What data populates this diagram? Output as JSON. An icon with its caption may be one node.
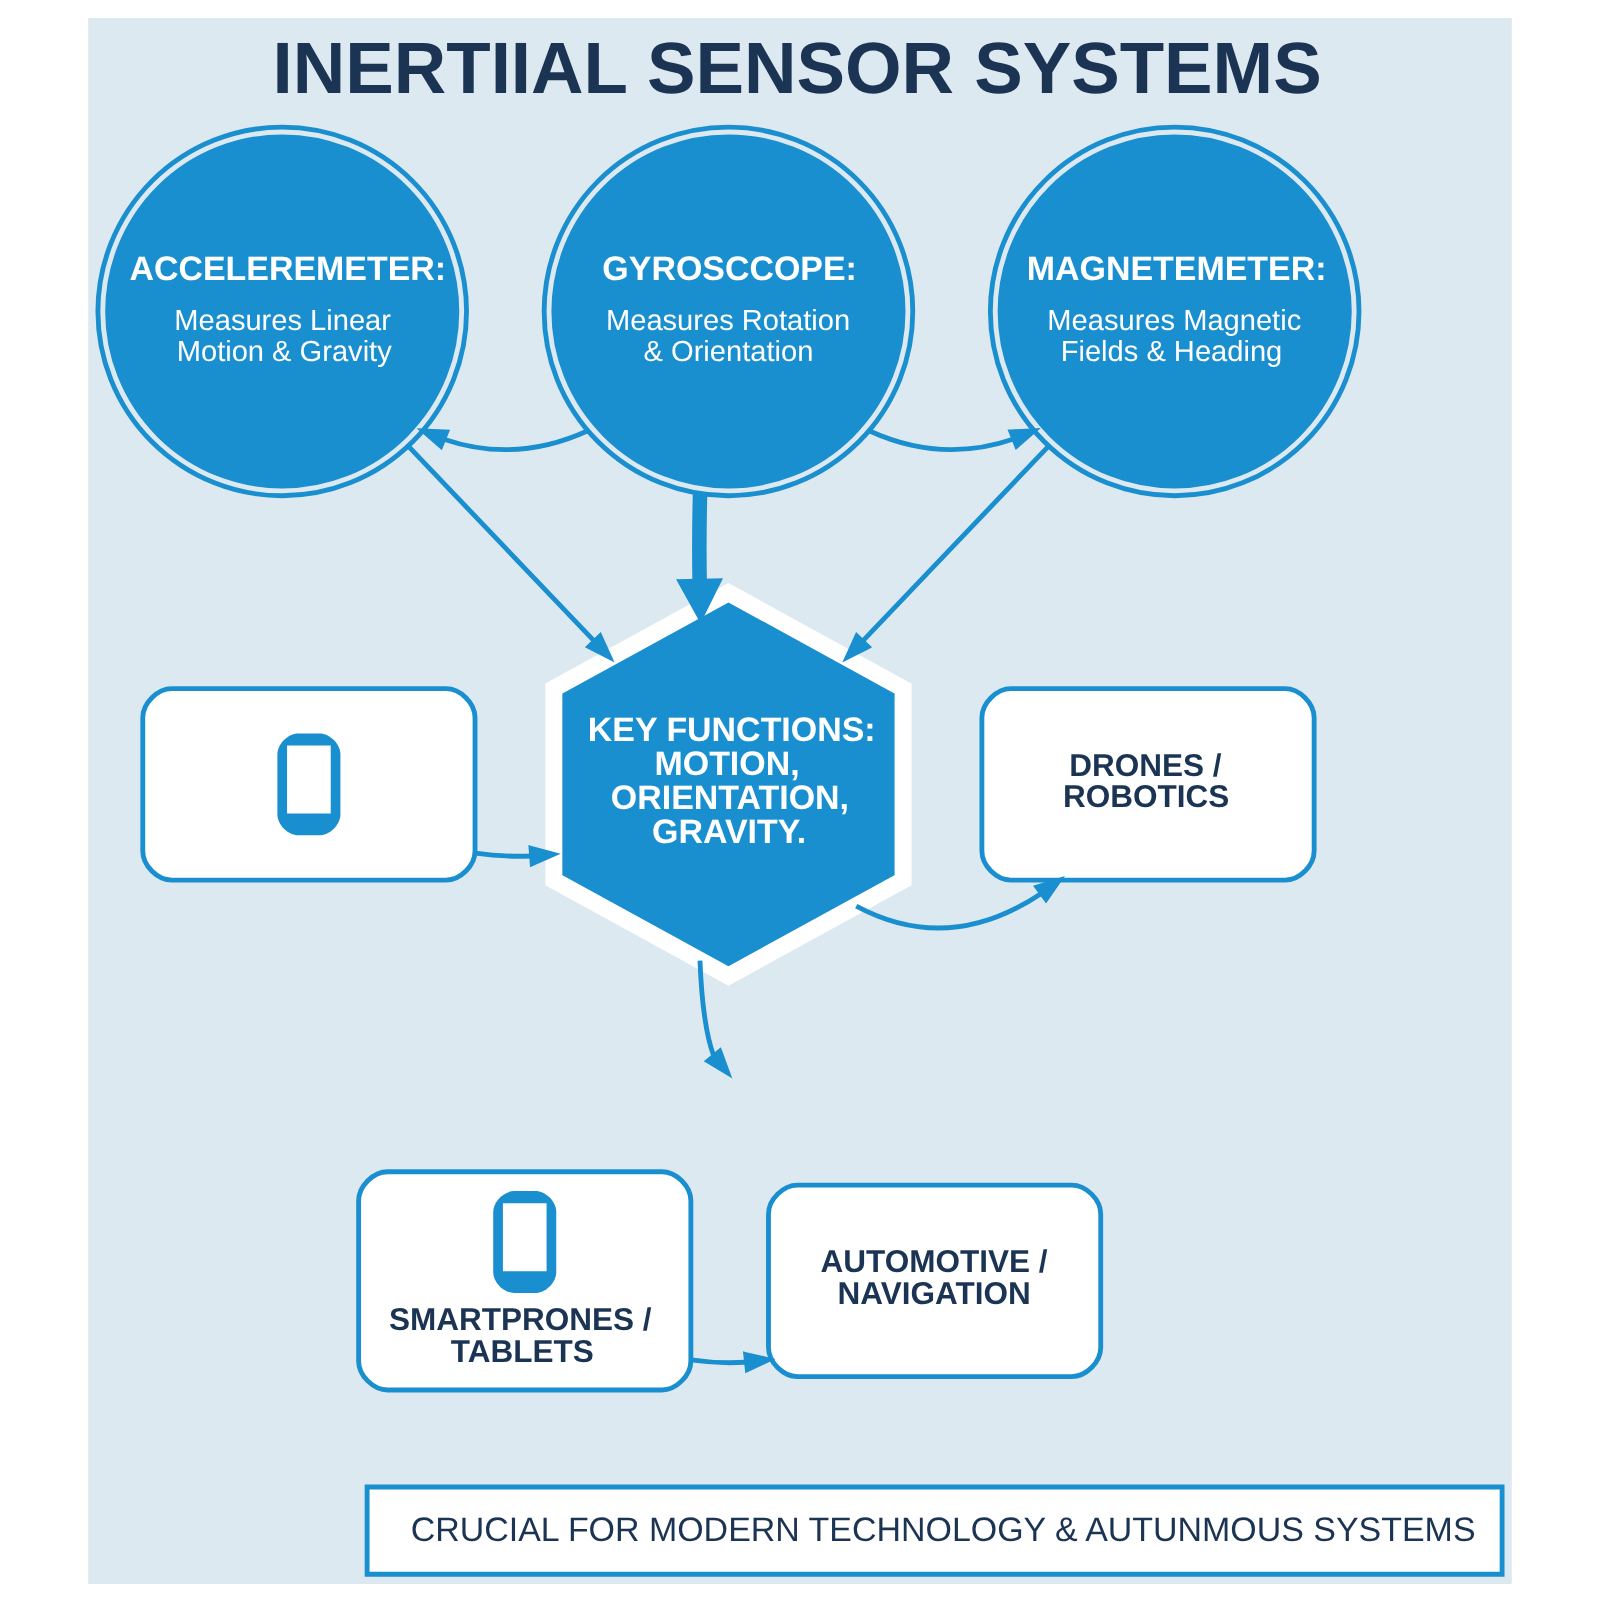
{
  "diagram": {
    "title": "INERTIIAL SENSOR SYSTEMS",
    "nodes": [
      {
        "text": [
          "ACCELEREMETER:",
          "Measures Linear Motion & Gravity"
        ]
      },
      {
        "text": [
          "GYROSCCOPE:",
          "Measures Rotation & Orientation"
        ]
      },
      {
        "text": [
          "MAGNETEMETER:",
          "Measures Magnetic Fields & Heading"
        ]
      },
      {
        "text": [
          "KEY FUNCTIONS: MOTION, ORIENTATION, GRAVITY."
        ]
      },
      {
        "text": [],
        "shape": "box"
      },
      {
        "text": [
          "DRONES / ROBOTICS"
        ]
      },
      {
        "text": [
          "SMARTPRONES / TABLETS"
        ]
      },
      {
        "text": [
          "AUTOMOTIVE / NAVIGATION"
        ]
      },
      {
        "text": [
          "CRUCIAL FOR MODERN TECHNOLOGY & AUTUNMOUS SYSTEMS"
        ]
      }
    ],
    "edges": [
      {
        "from": 1,
        "to": 0,
        "arrow": "to"
      },
      {
        "from": 1,
        "to": 2,
        "arrow": "to"
      },
      {
        "from": 0,
        "to": 3,
        "arrow": "to"
      },
      {
        "from": 1,
        "to": 3,
        "arrow": "to",
        "style": "thick"
      },
      {
        "from": 2,
        "to": 3,
        "arrow": "to"
      },
      {
        "from": 4,
        "to": 3,
        "arrow": "to"
      },
      {
        "from": 3,
        "to": 5,
        "arrow": "to"
      },
      {
        "from": 3,
        "to": null,
        "arrow": "to"
      },
      {
        "from": 6,
        "to": 7,
        "arrow": "to"
      }
    ]
  }
}
